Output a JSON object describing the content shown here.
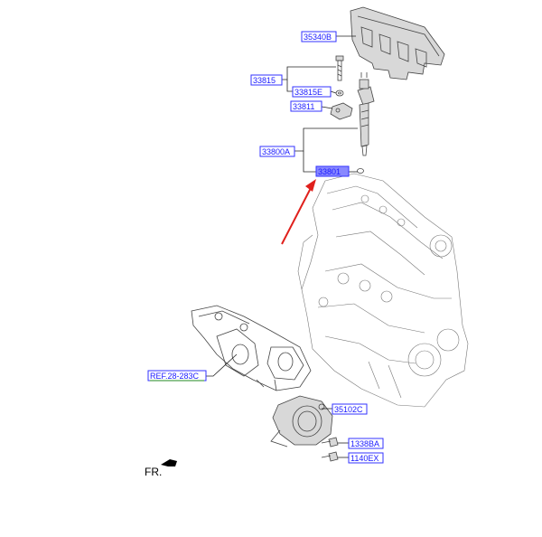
{
  "labels": {
    "cover": "35340B",
    "bolt_group": "33815",
    "washer": "33815E",
    "clamp": "33811",
    "injector": "33800A",
    "seal": "33801",
    "ref": "REF.28-283C",
    "throttle": "35102C",
    "bolt1": "1338BA",
    "bolt2": "1140EX"
  },
  "direction_label": "FR.",
  "colors": {
    "label_text": "#1a1aff",
    "label_border": "#3333ff",
    "selected_fill": "#8888ff",
    "arrow": "#e0201c",
    "ref_underline": "#228822"
  }
}
